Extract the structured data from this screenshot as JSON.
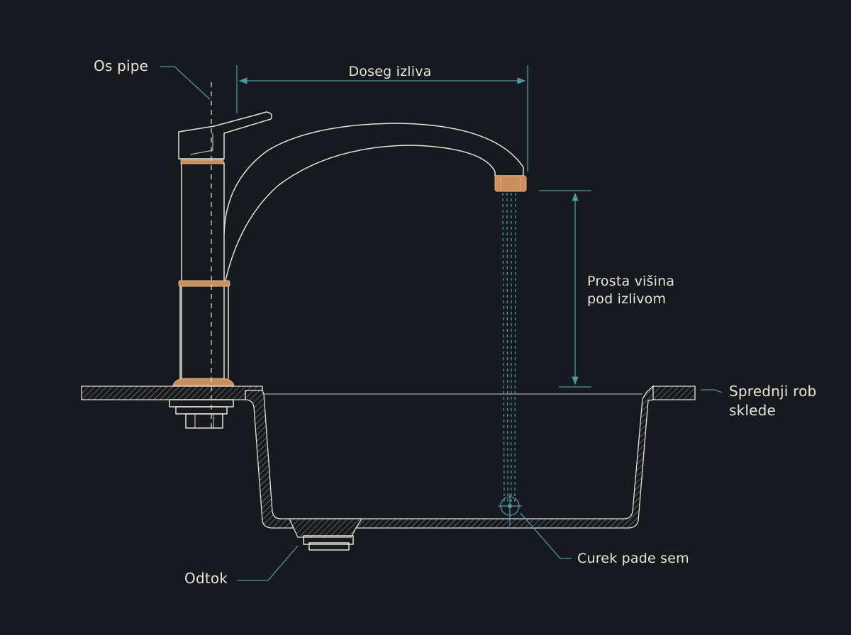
{
  "labels": {
    "pipe_axis": "Os pipe",
    "spout_reach": "Doseg izliva",
    "clearance_line1": "Prosta višina",
    "clearance_line2": "pod izlivom",
    "bowl_edge_line1": "Sprednji rob",
    "bowl_edge_line2": "sklede",
    "drain": "Odtok",
    "stream_point": "Curek pade sem"
  },
  "colors": {
    "background": "#16191e",
    "linework": "#e6e1d6",
    "dimension_teal": "#4a9aa0",
    "copper_accent": "#c98f5c"
  }
}
